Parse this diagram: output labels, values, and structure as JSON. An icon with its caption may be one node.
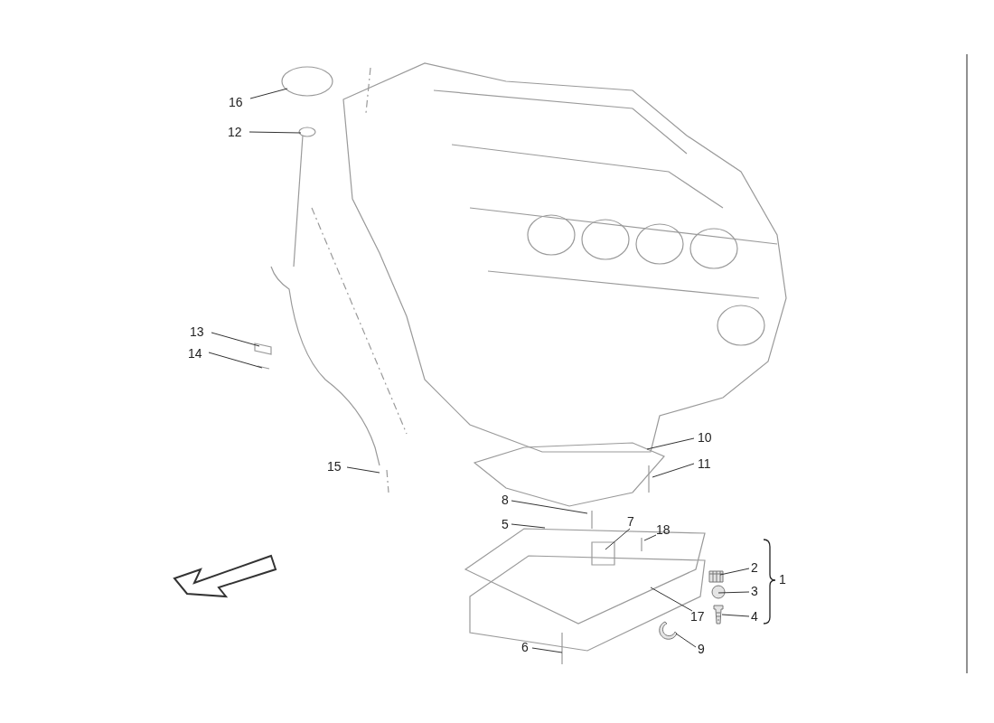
{
  "diagram": {
    "nodes": [
      {
        "text": [
          "16"
        ]
      },
      {
        "text": [
          "12"
        ]
      },
      {
        "text": [
          "13"
        ]
      },
      {
        "text": [
          "14"
        ]
      },
      {
        "text": [
          "10"
        ]
      },
      {
        "text": [
          "11"
        ]
      },
      {
        "text": [
          "15"
        ]
      },
      {
        "text": [
          "8"
        ]
      },
      {
        "text": [
          "5"
        ]
      },
      {
        "text": [
          "7"
        ]
      },
      {
        "text": [
          "18"
        ]
      },
      {
        "text": [
          "2"
        ]
      },
      {
        "text": [
          "3"
        ]
      },
      {
        "text": [
          "17"
        ]
      },
      {
        "text": [
          "4"
        ]
      },
      {
        "text": [
          "9"
        ]
      },
      {
        "text": [
          "6"
        ]
      },
      {
        "text": [],
        "shape": "picture"
      },
      {
        "text": [],
        "shape": "picture"
      },
      {
        "text": [],
        "shape": "circle"
      },
      {
        "text": [],
        "shape": "picture"
      }
    ],
    "edges": [
      {
        "from": 0,
        "to": null,
        "arrow": "none"
      },
      {
        "from": 1,
        "to": null,
        "arrow": "none"
      },
      {
        "from": 2,
        "to": null,
        "arrow": "none"
      },
      {
        "from": 3,
        "to": null,
        "arrow": "none"
      },
      {
        "from": 4,
        "to": null,
        "arrow": "none"
      },
      {
        "from": 5,
        "to": null,
        "arrow": "none"
      },
      {
        "from": 6,
        "to": null,
        "arrow": "none"
      },
      {
        "from": 7,
        "to": null,
        "arrow": "none"
      },
      {
        "from": 8,
        "to": null,
        "arrow": "none"
      },
      {
        "from": 9,
        "to": null,
        "arrow": "none"
      },
      {
        "from": 10,
        "to": null,
        "arrow": "none"
      },
      {
        "from": 11,
        "to": 20,
        "arrow": "none"
      },
      {
        "from": 12,
        "to": 19,
        "arrow": "none"
      },
      {
        "from": 13,
        "to": null,
        "arrow": "none"
      },
      {
        "from": 14,
        "to": 17,
        "arrow": "none"
      },
      {
        "from": 15,
        "to": 18,
        "arrow": "none"
      },
      {
        "from": 16,
        "to": null,
        "arrow": "none"
      }
    ],
    "labels": [
      "1"
    ]
  }
}
